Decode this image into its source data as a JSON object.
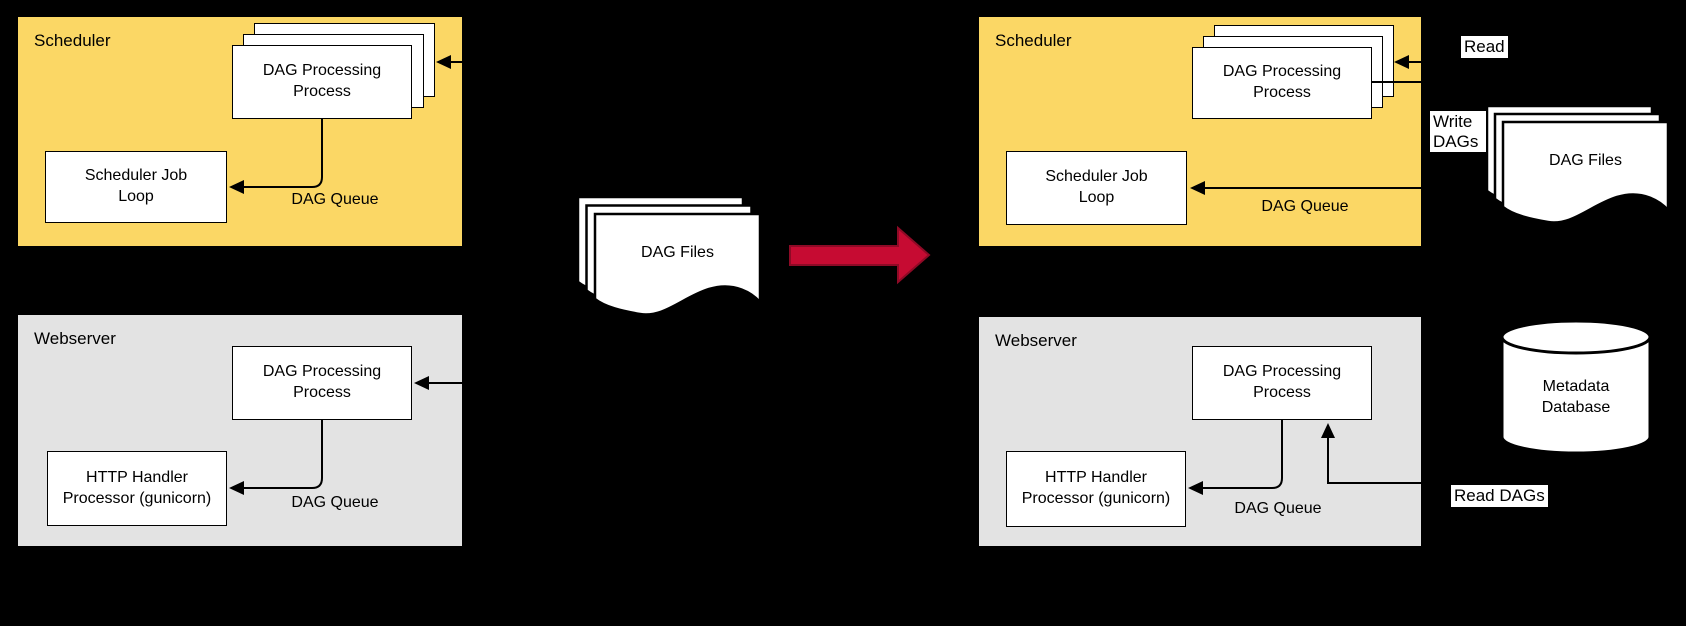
{
  "diagram": {
    "panels": {
      "left_scheduler": {
        "title": "Scheduler"
      },
      "left_webserver": {
        "title": "Webserver"
      },
      "right_scheduler": {
        "title": "Scheduler"
      },
      "right_webserver": {
        "title": "Webserver"
      }
    },
    "nodes": {
      "dag_processing": "DAG Processing Process",
      "scheduler_job_loop": "Scheduler Job Loop",
      "http_handler": "HTTP Handler Processor (gunicorn)",
      "dag_files": "DAG Files",
      "metadata_database": "Metadata Database"
    },
    "edge_labels": {
      "dag_queue": "DAG Queue",
      "read": "Read",
      "write_dags": "Write DAGs",
      "read_dags": "Read DAGs"
    },
    "colors": {
      "background": "#000000",
      "scheduler_fill": "#FBD765",
      "webserver_fill": "#E3E3E3",
      "node_fill": "#FFFFFF",
      "line": "#000000",
      "transition_arrow_fill": "#C60B32",
      "transition_arrow_stroke": "#8E0A26"
    }
  }
}
